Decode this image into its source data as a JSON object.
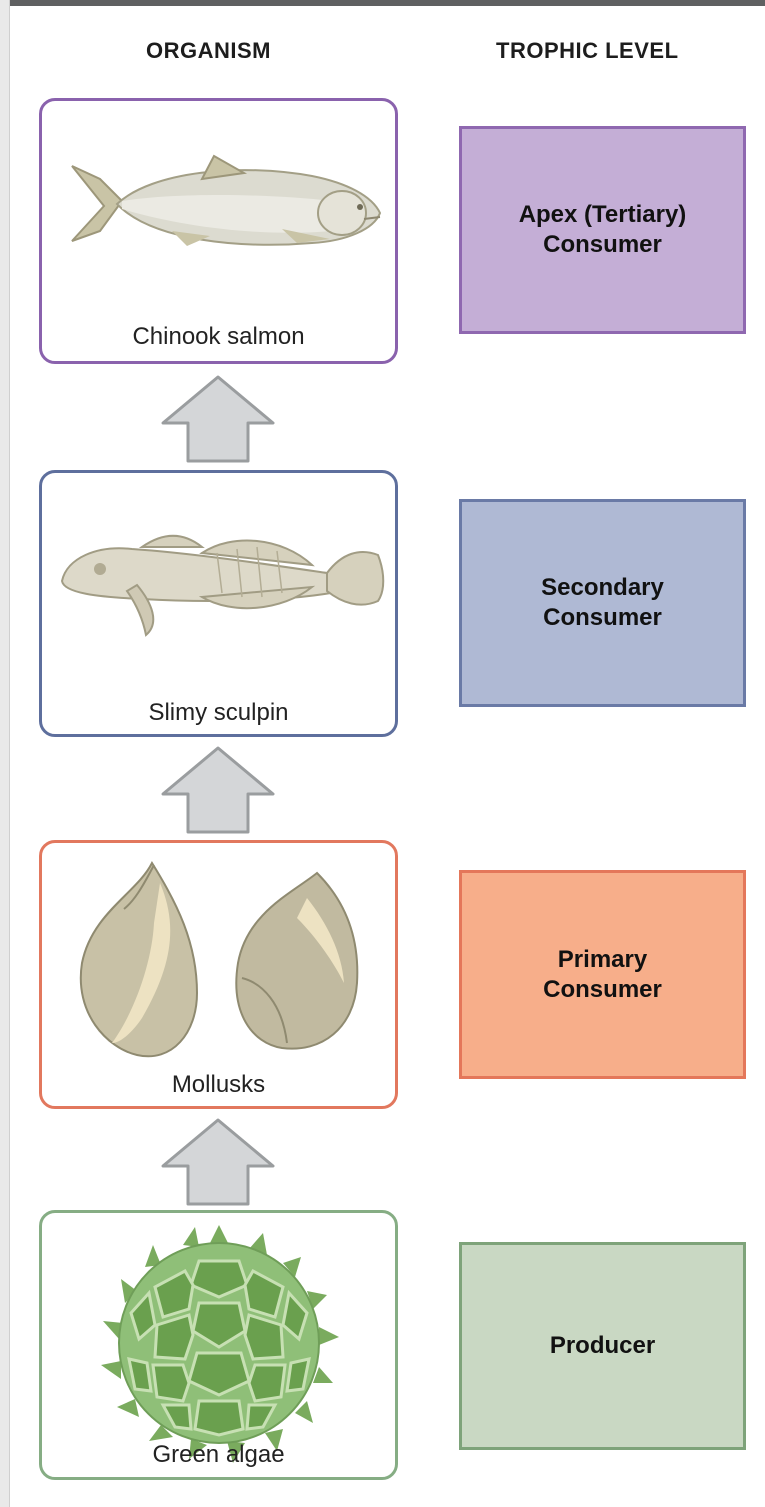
{
  "headers": {
    "organism": "ORGANISM",
    "trophic_level": "TROPHIC LEVEL"
  },
  "organisms": [
    {
      "name": "Chinook salmon"
    },
    {
      "name": "Slimy sculpin"
    },
    {
      "name": "Mollusks"
    },
    {
      "name": "Green algae"
    }
  ],
  "levels": [
    {
      "label": "Apex (Tertiary)\nConsumer",
      "color": "#c4aed6",
      "border": "#8f68b0"
    },
    {
      "label": "Secondary\nConsumer",
      "color": "#afb9d4",
      "border": "#6a7aa6"
    },
    {
      "label": "Primary\nConsumer",
      "color": "#f7ae8a",
      "border": "#e4775a"
    },
    {
      "label": "Producer",
      "color": "#c9d8c3",
      "border": "#7ea37a"
    }
  ],
  "arrows": 3
}
